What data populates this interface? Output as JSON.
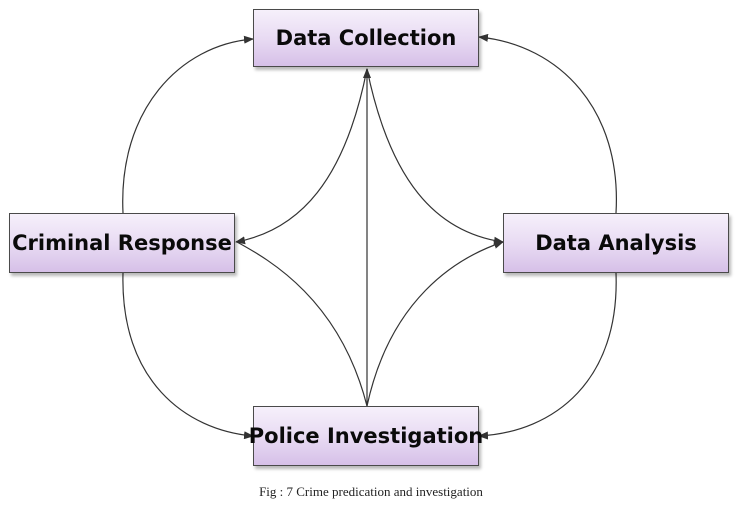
{
  "nodes": {
    "data_collection": "Data Collection",
    "criminal_response": "Criminal Response",
    "data_analysis": "Data Analysis",
    "police_investigation": "Police Investigation"
  },
  "caption": "Fig : 7 Crime predication and investigation",
  "colors": {
    "node_fill_top": "#f6f0fb",
    "node_fill_bottom": "#d6c0e8",
    "node_border": "#4a4a4a",
    "connector": "#333333"
  }
}
